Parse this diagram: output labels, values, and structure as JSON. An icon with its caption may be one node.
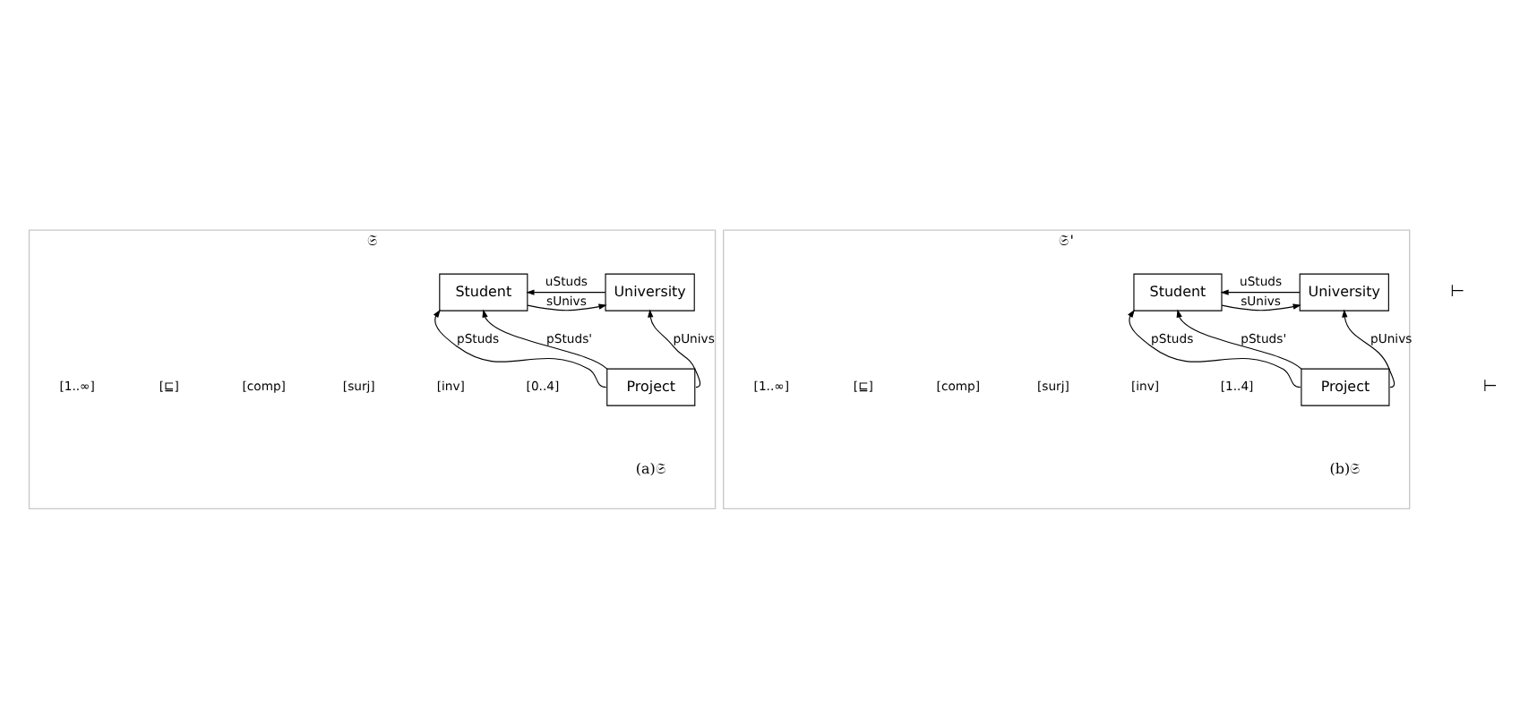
{
  "diagram": {
    "nodes": [
      {
        "text": [
          "𝔖",
          "(a)𝔖"
        ]
      },
      {
        "text": [
          "Student"
        ],
        "in": 0
      },
      {
        "text": [
          "University"
        ],
        "in": 0
      },
      {
        "text": [
          "Project"
        ],
        "in": 0
      },
      {
        "text": [
          "𝔖'",
          "(b)𝔖"
        ]
      },
      {
        "text": [
          "Student"
        ],
        "in": 4
      },
      {
        "text": [
          "University"
        ],
        "in": 4
      },
      {
        "text": [
          "Project"
        ],
        "in": 4
      }
    ],
    "edges": [
      {
        "from": 1,
        "to": 2,
        "arrow": "to",
        "label": "sUnivs"
      },
      {
        "from": 2,
        "to": 1,
        "arrow": "to",
        "label": "uStuds"
      },
      {
        "from": 3,
        "to": 1,
        "arrow": "to",
        "label": "pStuds'"
      },
      {
        "from": 3,
        "to": 1,
        "arrow": "to",
        "label": "pStuds"
      },
      {
        "from": 3,
        "to": 2,
        "arrow": "to",
        "label": "pUnivs"
      },
      {
        "from": 5,
        "to": 6,
        "arrow": "to",
        "label": "sUnivs"
      },
      {
        "from": 6,
        "to": 5,
        "arrow": "to",
        "label": "uStuds"
      },
      {
        "from": 7,
        "to": 5,
        "arrow": "to",
        "label": "pStuds'"
      },
      {
        "from": 7,
        "to": 5,
        "arrow": "to",
        "label": "pStuds"
      },
      {
        "from": 7,
        "to": 6,
        "arrow": "to",
        "label": "pUnivs"
      }
    ],
    "labels": [
      "⊢",
      "[0..4]",
      "[inv]",
      "[surj]",
      "[comp]",
      "[⊑]",
      "[1..∞]",
      "⊢",
      "[1..4]",
      "[inv]",
      "[surj]",
      "[comp]",
      "[⊑]",
      "[1..∞]"
    ]
  }
}
